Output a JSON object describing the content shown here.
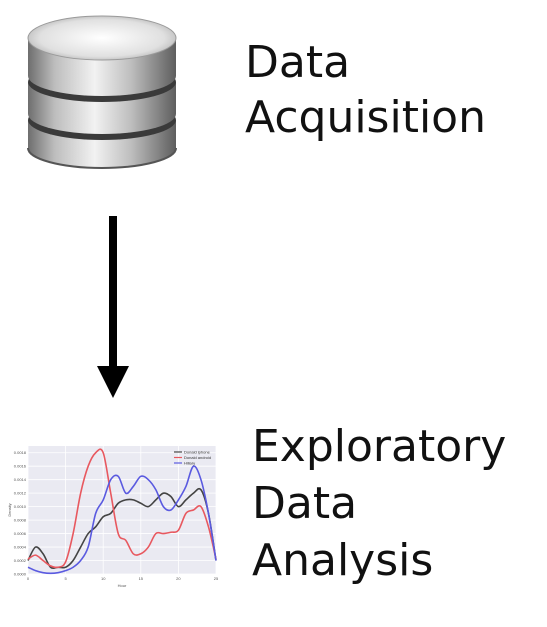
{
  "steps": [
    {
      "lines": [
        "Data",
        "Acquisition"
      ],
      "icon": "database-icon"
    },
    {
      "lines": [
        "Exploratory",
        "Data",
        "Analysis"
      ],
      "icon": "density-chart-icon"
    }
  ],
  "connector": {
    "icon": "arrow-down-icon",
    "color": "#000000"
  },
  "chart_data": {
    "type": "line",
    "title": "",
    "xlabel": "Hour",
    "ylabel": "Density",
    "xlim": [
      0,
      25
    ],
    "ylim": [
      0,
      0.0019
    ],
    "xticks": [
      "0",
      "5",
      "10",
      "15",
      "20",
      "25"
    ],
    "yticks": [
      "0.0000",
      "0.0002",
      "0.0004",
      "0.0006",
      "0.0008",
      "0.0010",
      "0.0012",
      "0.0014",
      "0.0016",
      "0.0018"
    ],
    "grid": true,
    "legend": "top-right",
    "x": [
      0,
      1,
      2,
      3,
      4,
      5,
      6,
      7,
      8,
      9,
      10,
      11,
      12,
      13,
      14,
      15,
      16,
      17,
      18,
      19,
      20,
      21,
      22,
      23,
      24,
      25
    ],
    "series": [
      {
        "name": "Donald iphone",
        "color": "#444444",
        "values": [
          0.0002,
          0.0004,
          0.0003,
          0.0001,
          0.0001,
          0.0001,
          0.0002,
          0.0004,
          0.0006,
          0.0007,
          0.00085,
          0.0009,
          0.00105,
          0.0011,
          0.0011,
          0.00105,
          0.001,
          0.0011,
          0.0012,
          0.00115,
          0.001,
          0.0011,
          0.0012,
          0.00125,
          0.0009,
          0.0002
        ]
      },
      {
        "name": "Donald android",
        "color": "#e8585f",
        "values": [
          0.00022,
          0.00028,
          0.0002,
          0.00012,
          0.0001,
          0.00018,
          0.0006,
          0.0012,
          0.0016,
          0.0018,
          0.0018,
          0.0012,
          0.0006,
          0.0005,
          0.0003,
          0.0003,
          0.0004,
          0.0006,
          0.0006,
          0.00062,
          0.00065,
          0.0009,
          0.00095,
          0.001,
          0.0007,
          0.00022
        ]
      },
      {
        "name": "Hillary",
        "color": "#5a5ae0",
        "values": [
          0.0001,
          5e-05,
          2e-05,
          1e-05,
          2e-05,
          5e-05,
          0.0001,
          0.0002,
          0.0004,
          0.0009,
          0.0011,
          0.0014,
          0.00145,
          0.0012,
          0.0013,
          0.00145,
          0.0014,
          0.00125,
          0.001,
          0.00095,
          0.0011,
          0.0013,
          0.0016,
          0.0014,
          0.0009,
          0.0002
        ]
      }
    ]
  }
}
